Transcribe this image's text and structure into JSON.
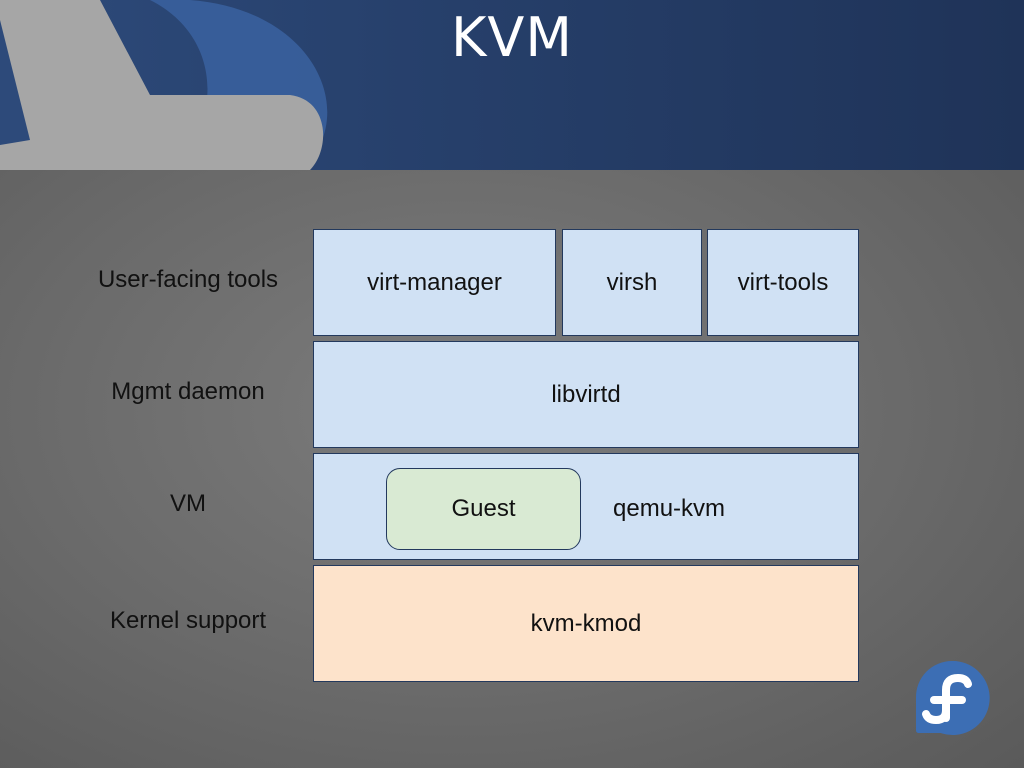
{
  "slide": {
    "title": "KVM"
  },
  "layers": [
    {
      "label": "User-facing tools"
    },
    {
      "label": "Mgmt daemon"
    },
    {
      "label": "VM"
    },
    {
      "label": "Kernel support"
    }
  ],
  "tools": {
    "virt_manager": "virt-manager",
    "virsh": "virsh",
    "virt_tools": "virt-tools"
  },
  "daemon": {
    "libvirtd": "libvirtd"
  },
  "vm": {
    "guest": "Guest",
    "qemu_kvm": "qemu-kvm"
  },
  "kernel": {
    "kvm_kmod": "kvm-kmod"
  },
  "colors": {
    "tool_box": "#d0e1f4",
    "guest_box": "#d9ead3",
    "kernel_box": "#fde3cb",
    "header": "#263f6a",
    "border": "#23395d"
  }
}
